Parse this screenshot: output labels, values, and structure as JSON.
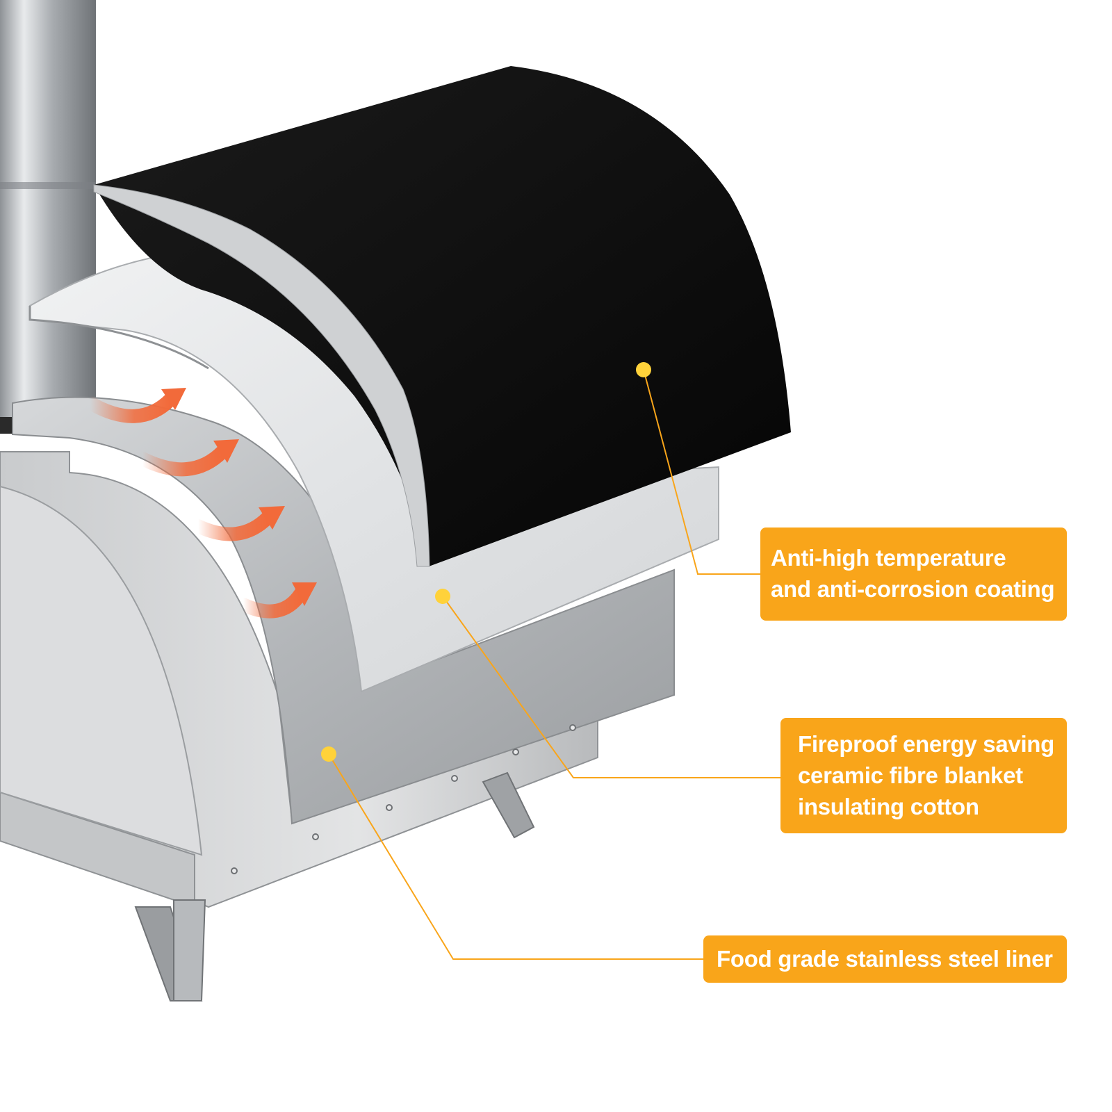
{
  "callouts": {
    "coating": {
      "lines": [
        "Anti-high temperature",
        "and anti-corrosion coating"
      ]
    },
    "blanket": {
      "lines": [
        "Fireproof energy saving",
        "ceramic fibre blanket",
        "insulating cotton"
      ]
    },
    "liner": {
      "lines": [
        "Food grade stainless steel liner"
      ]
    }
  },
  "colors": {
    "label_background": "#f9a51a",
    "label_text": "#ffffff",
    "leader_line": "#f9a51a",
    "marker_dot": "#ffd23a",
    "outer_shell": "#0d0d0d",
    "insulation": "#e4e6e8",
    "steel": "#b9bcbf",
    "heat_arrow": "#f26a3a"
  }
}
